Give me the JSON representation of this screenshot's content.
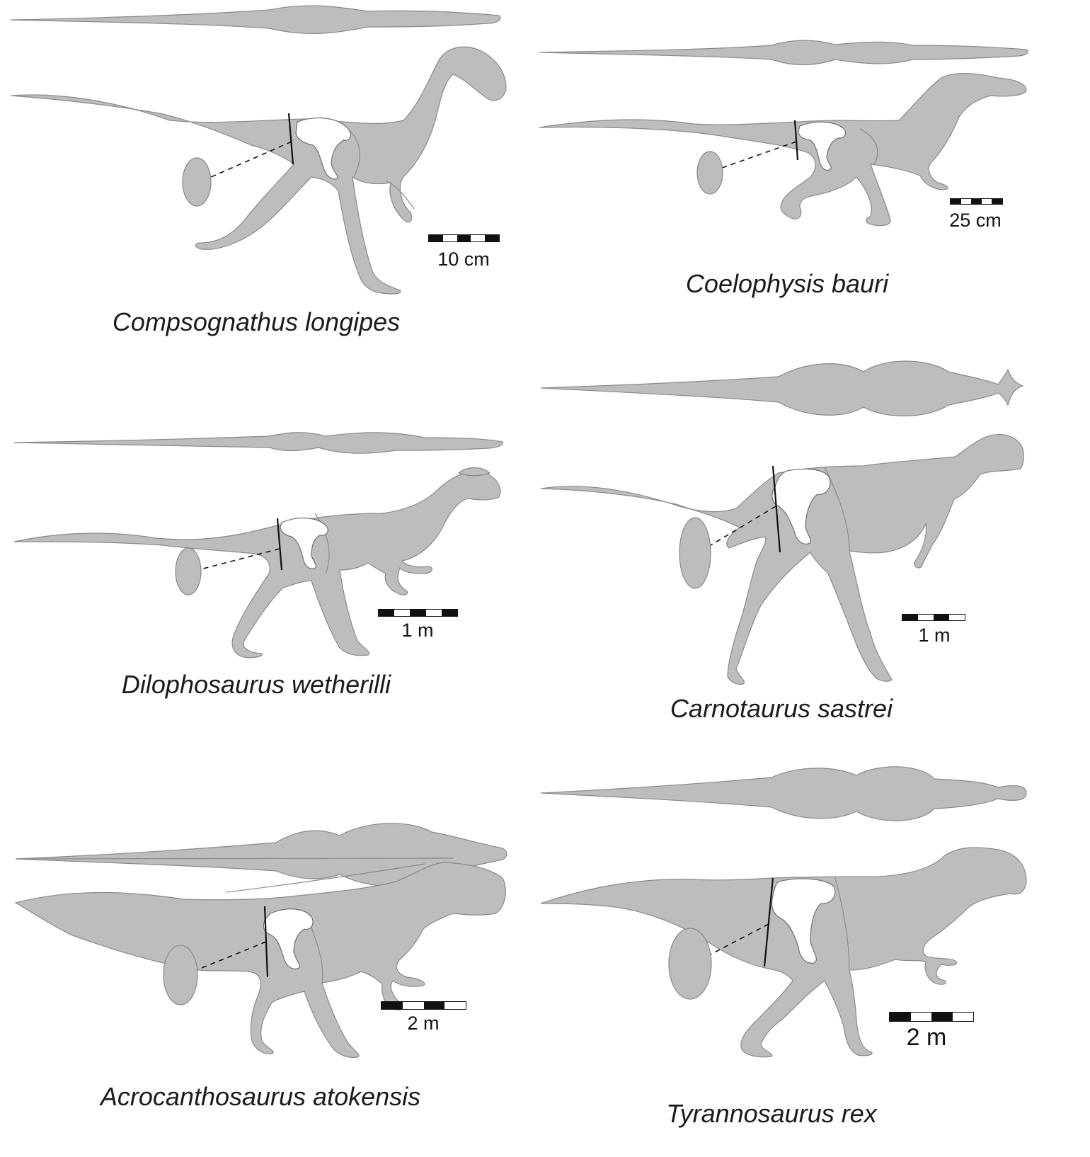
{
  "figure": {
    "panels": [
      {
        "id": "compsognathus",
        "species": "Compsognathus longipes",
        "scale": "10 cm"
      },
      {
        "id": "coelophysis",
        "species": "Coelophysis bauri",
        "scale": "25 cm"
      },
      {
        "id": "dilophosaurus",
        "species": "Dilophosaurus wetherilli",
        "scale": "1 m"
      },
      {
        "id": "carnotaurus",
        "species": "Carnotaurus sastrei",
        "scale": "1 m"
      },
      {
        "id": "acrocanthosaurus",
        "species": "Acrocanthosaurus atokensis",
        "scale": "2 m"
      },
      {
        "id": "tyrannosaurus",
        "species": "Tyrannosaurus rex",
        "scale": "2 m"
      }
    ],
    "colors": {
      "silhouette": "#bdbdbd",
      "outline": "#8a8a8a",
      "bone": "#ffffff",
      "ink": "#111111"
    }
  }
}
